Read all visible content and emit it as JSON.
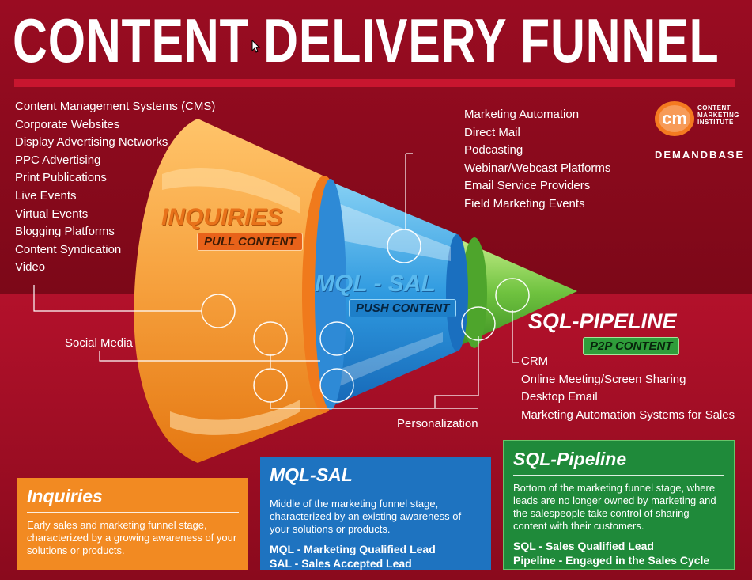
{
  "title": "CONTENT DELIVERY FUNNEL",
  "logos": {
    "cmi_mark": "cm",
    "cmi_text": [
      "CONTENT",
      "MARKETING",
      "INSTITUTE"
    ],
    "demandbase": "DEMANDBASE"
  },
  "colors": {
    "background": "#8b0a1d",
    "inquiries": "#f08a22",
    "mql_sal": "#1f78c8",
    "sql_pipeline": "#1f8a3a"
  },
  "inquiries_channels": [
    "Content Management Systems (CMS)",
    "Corporate Websites",
    "Display Advertising Networks",
    "PPC Advertising",
    "Print Publications",
    "Live Events",
    "Virtual Events",
    "Blogging Platforms",
    "Content Syndication",
    "Video"
  ],
  "mql_channels": [
    "Marketing Automation",
    "Direct Mail",
    "Podcasting",
    "Webinar/Webcast Platforms",
    "Email Service Providers",
    "Field Marketing Events"
  ],
  "sql_channels": [
    "CRM",
    "Online Meeting/Screen Sharing",
    "Desktop Email",
    "Marketing Automation Systems for Sales"
  ],
  "callouts": {
    "social_media": "Social Media",
    "personalization": "Personalization"
  },
  "funnel_stages": {
    "inquiries": {
      "name": "INQUIRIES",
      "tag": "PULL CONTENT"
    },
    "mql_sal": {
      "name": "MQL - SAL",
      "tag": "PUSH CONTENT"
    },
    "sql_pipeline": {
      "name": "SQL-PIPELINE",
      "tag": "P2P CONTENT"
    }
  },
  "boxes": {
    "inquiries": {
      "heading": "Inquiries",
      "description": "Early sales and marketing funnel stage, characterized by a growing awareness of your solutions or products."
    },
    "mql_sal": {
      "heading": "MQL-SAL",
      "description": "Middle of the marketing funnel stage, characterized by an existing awareness of your solutions or products.",
      "terms": [
        "MQL - Marketing Qualified Lead",
        "SAL - Sales Accepted Lead"
      ]
    },
    "sql_pipeline": {
      "heading": "SQL-Pipeline",
      "description": "Bottom of the marketing funnel stage, where leads are no longer owned by marketing and the salespeople take control of sharing content with their customers.",
      "terms": [
        "SQL - Sales Qualified Lead",
        "Pipeline - Engaged in the Sales Cycle"
      ]
    }
  }
}
